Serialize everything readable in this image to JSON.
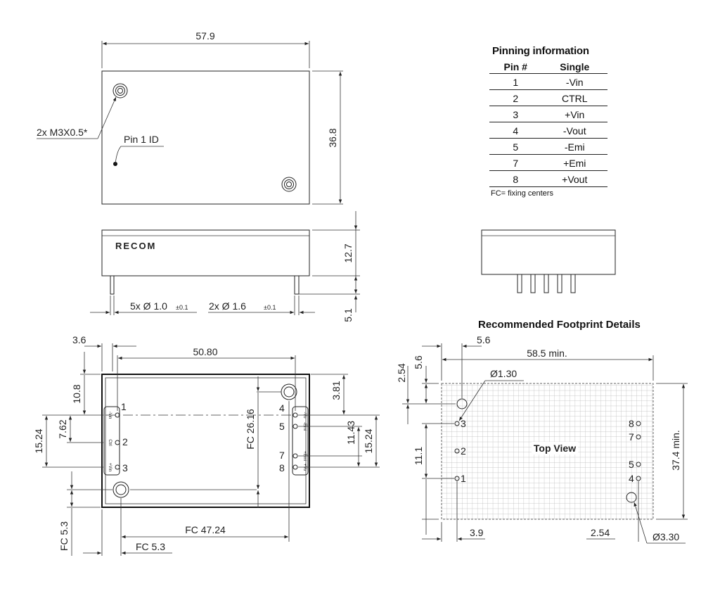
{
  "top_view": {
    "width_dim": "57.9",
    "height_dim": "36.8",
    "thread_label": "2x M3X0.5*",
    "pin1_label": "Pin 1 ID"
  },
  "side_view": {
    "brand": "RECOM",
    "height_dim": "12.7",
    "pin_length_dim": "5.1",
    "pin_dia_small": "5x Ø 1.0",
    "pin_dia_small_tol": "±0.1",
    "pin_dia_large": "2x Ø 1.6",
    "pin_dia_large_tol": "±0.1"
  },
  "pinning": {
    "title": "Pinning information",
    "headers": [
      "Pin #",
      "Single"
    ],
    "rows": [
      [
        "1",
        "-Vin"
      ],
      [
        "2",
        "CTRL"
      ],
      [
        "3",
        "+Vin"
      ],
      [
        "4",
        "-Vout"
      ],
      [
        "5",
        "-Emi"
      ],
      [
        "7",
        "+Emi"
      ],
      [
        "8",
        "+Vout"
      ]
    ],
    "note": "FC= fixing centers"
  },
  "bottom_view": {
    "dim_3_6": "3.6",
    "dim_50_80": "50.80",
    "dim_10_8": "10.8",
    "dim_15_24_left": "15.24",
    "dim_7_62": "7.62",
    "dim_fc_5_3_v": "FC 5.3",
    "dim_fc_47_24": "FC 47.24",
    "dim_fc_5_3_h": "FC 5.3",
    "dim_fc_26_16": "FC 26.16",
    "dim_3_81": "3.81",
    "dim_11_43": "11.43",
    "dim_15_24_right": "15.24",
    "pin_numbers_left": [
      "1",
      "2",
      "3"
    ],
    "pin_numbers_right": [
      "4",
      "5",
      "7",
      "8"
    ],
    "pin_marks_left": [
      "-Vin",
      "Ctrl",
      "+Vin"
    ],
    "pin_marks_right": [
      "-Vo",
      "-Emi",
      "+Emi",
      "+Vo"
    ]
  },
  "footprint": {
    "title": "Recommended Footprint Details",
    "dim_5_6_h": "5.6",
    "dim_58_5": "58.5 min.",
    "dim_2_54_v": "2.54",
    "dim_5_6_v": "5.6",
    "dim_hole_small": "Ø1.30",
    "dim_11_1": "11.1",
    "dim_3_9": "3.9",
    "dim_2_54_h": "2.54",
    "dim_hole_large": "Ø3.30",
    "dim_37_4": "37.4 min.",
    "view_label": "Top View",
    "pins_left": [
      "3",
      "2",
      "1"
    ],
    "pins_right": [
      "8",
      "7",
      "5",
      "4"
    ]
  }
}
